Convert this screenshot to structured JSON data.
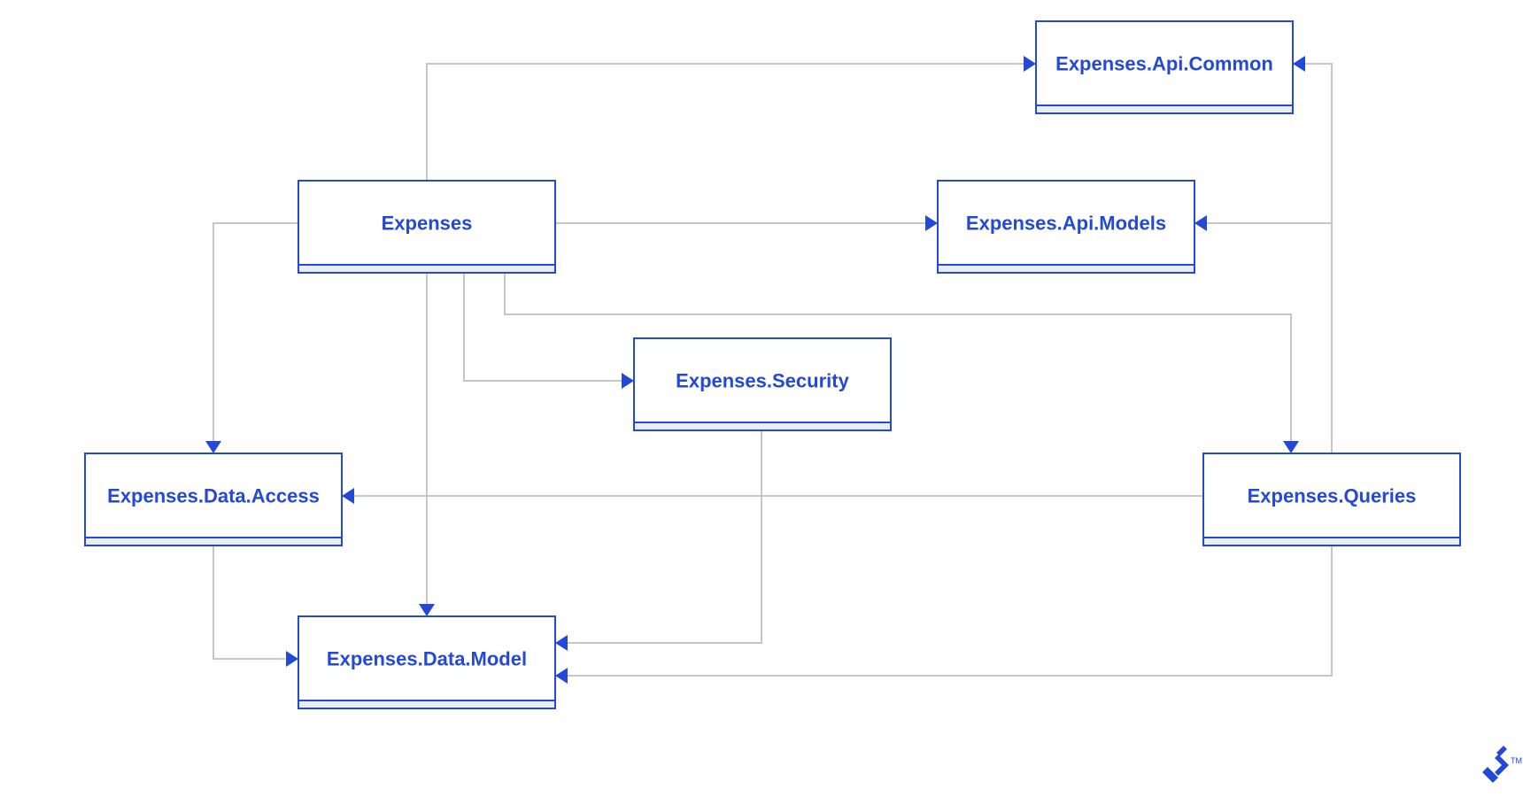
{
  "nodes": [
    {
      "id": "expenses",
      "label": "Expenses"
    },
    {
      "id": "api-common",
      "label": "Expenses.Api.Common"
    },
    {
      "id": "api-models",
      "label": "Expenses.Api.Models"
    },
    {
      "id": "security",
      "label": "Expenses.Security"
    },
    {
      "id": "data-access",
      "label": "Expenses.Data.Access"
    },
    {
      "id": "queries",
      "label": "Expenses.Queries"
    },
    {
      "id": "data-model",
      "label": "Expenses.Data.Model"
    }
  ],
  "edges": [
    {
      "from": "expenses",
      "to": "api-common"
    },
    {
      "from": "expenses",
      "to": "api-models"
    },
    {
      "from": "expenses",
      "to": "data-access"
    },
    {
      "from": "expenses",
      "to": "data-model"
    },
    {
      "from": "expenses",
      "to": "security"
    },
    {
      "from": "expenses",
      "to": "queries"
    },
    {
      "from": "queries",
      "to": "api-common"
    },
    {
      "from": "queries",
      "to": "api-models"
    },
    {
      "from": "queries",
      "to": "data-access"
    },
    {
      "from": "queries",
      "to": "data-model"
    },
    {
      "from": "security",
      "to": "data-model"
    },
    {
      "from": "data-access",
      "to": "data-model"
    }
  ],
  "colors": {
    "accent": "#2349d6",
    "connector": "#c6c6c6",
    "node_fill": "#ffffff",
    "node_footer": "#e9ecfb"
  },
  "logo": {
    "icon": "toptal-logo-icon",
    "trademark": "TM"
  }
}
